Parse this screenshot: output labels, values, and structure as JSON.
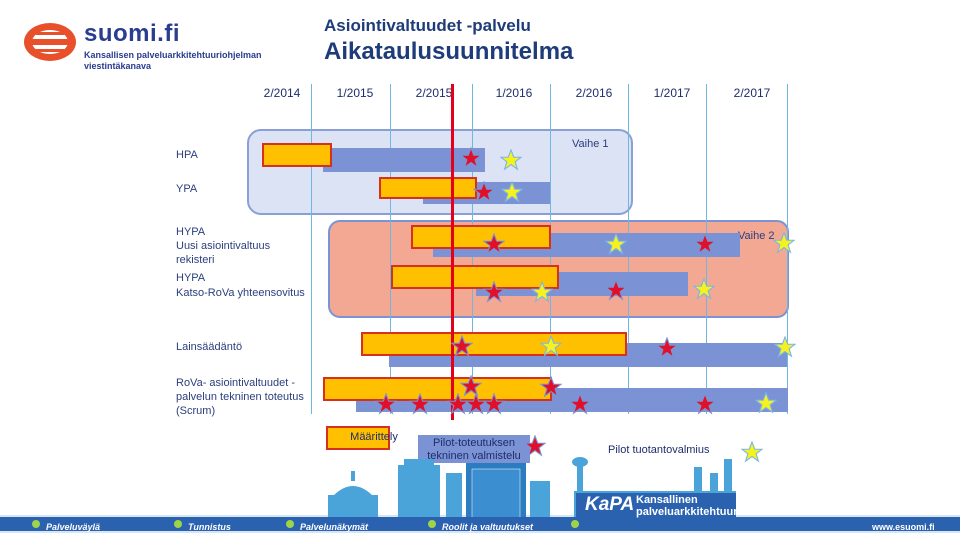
{
  "header": {
    "logo_name": "suomi.fi",
    "logo_sub1": "Kansallisen palveluarkkitehtuuriohjelman",
    "logo_sub2": "viestintäkanava",
    "subtitle": "Asiointivaltuudet -palvelu",
    "title": "Aikataulusuunnitelma"
  },
  "timeline": {
    "ticks": [
      "2/2014",
      "1/2015",
      "2/2015",
      "1/2016",
      "2/2016",
      "1/2017",
      "2/2017"
    ]
  },
  "phases": {
    "phase1": "Vaihe 1",
    "phase2": "Vaihe 2"
  },
  "rows": {
    "hpa": "HPA",
    "ypa": "YPA",
    "hypa1_l1": "HYPA",
    "hypa1_l2": "Uusi asiointivaltuus",
    "hypa1_l3": "rekisteri",
    "hypa2_l1": "HYPA",
    "hypa2_l2": "Katso-RoVa yhteensovitus",
    "laki": "Lainsäädäntö",
    "rova_l1": "RoVa- asiointivaltuudet -",
    "rova_l2": "palvelun tekninen toteutus",
    "rova_l3": "(Scrum)"
  },
  "legend": {
    "maarittely": "Määrittely",
    "pilot_l1": "Pilot-toteutuksen",
    "pilot_l2": "tekninen valmistelu",
    "tuotanto": "Pilot tuotantovalmius"
  },
  "footer": {
    "items": [
      "Palveluväylä",
      "Tunnistus",
      "Palvelunäkymät",
      "Roolit ja valtuutukset"
    ],
    "kapa_name": "KaPA",
    "kapa_l1": "Kansallinen",
    "kapa_l2": "palveluarkkitehtuuri",
    "url": "www.esuomi.fi"
  },
  "colors": {
    "orange": "#ffc000",
    "blue_bar": "#7b93d4",
    "red_star": "#e0102a",
    "yellow_star": "#f5f21c",
    "today_line": "#e3001b",
    "phase1_bg": "#dbe3f5",
    "phase2_bg": "#f2a892",
    "footer_bar": "#2b62b0"
  }
}
